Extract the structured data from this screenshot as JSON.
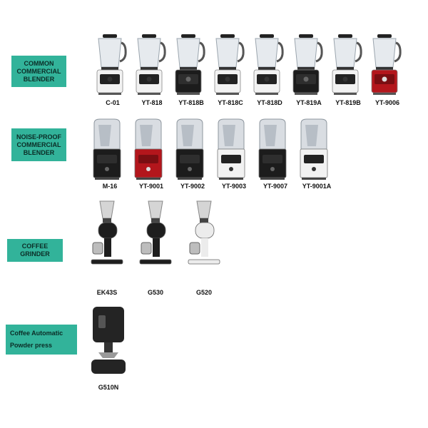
{
  "categories": [
    {
      "lines": [
        "COMMON",
        "COMMERCIAL",
        "BLENDER"
      ]
    },
    {
      "lines": [
        "NOISE-PROOF",
        "COMMERCIAL",
        "BLENDER"
      ]
    },
    {
      "lines": [
        "COFFEE GRINDER"
      ]
    },
    {
      "lines": [
        "Coffee Automatic",
        "Powder press"
      ]
    }
  ],
  "common_blenders": [
    {
      "model": "C-01",
      "color": "white",
      "icon": "blender-icon"
    },
    {
      "model": "YT-818",
      "color": "white",
      "icon": "blender-icon"
    },
    {
      "model": "YT-818B",
      "color": "black",
      "icon": "blender-icon"
    },
    {
      "model": "YT-818C",
      "color": "white",
      "icon": "blender-icon"
    },
    {
      "model": "YT-818D",
      "color": "white",
      "icon": "blender-icon"
    },
    {
      "model": "YT-819A",
      "color": "black",
      "icon": "blender-icon"
    },
    {
      "model": "YT-819B",
      "color": "white",
      "icon": "blender-icon"
    },
    {
      "model": "YT-9006",
      "color": "red",
      "icon": "blender-icon"
    }
  ],
  "noise_proof_blenders": [
    {
      "model": "M-16",
      "color": "black",
      "icon": "enclosed-blender-icon"
    },
    {
      "model": "YT-9001",
      "color": "red",
      "icon": "enclosed-blender-icon"
    },
    {
      "model": "YT-9002",
      "color": "black",
      "icon": "enclosed-blender-icon"
    },
    {
      "model": "YT-9003",
      "color": "white",
      "icon": "enclosed-blender-icon"
    },
    {
      "model": "YT-9007",
      "color": "black",
      "icon": "enclosed-blender-icon"
    },
    {
      "model": "YT-9001A",
      "color": "white",
      "icon": "enclosed-blender-icon"
    }
  ],
  "coffee_grinders": [
    {
      "model": "EK43S",
      "color": "black",
      "icon": "grinder-icon"
    },
    {
      "model": "G530",
      "color": "black",
      "icon": "grinder-icon"
    },
    {
      "model": "G520",
      "color": "white",
      "icon": "grinder-icon"
    }
  ],
  "powder_press": [
    {
      "model": "G510N",
      "color": "black",
      "icon": "powder-press-icon"
    }
  ],
  "colors": {
    "accent": "#32b39a",
    "black": "#1c1c1c",
    "white": "#f2f2f2",
    "red": "#b3161c"
  }
}
